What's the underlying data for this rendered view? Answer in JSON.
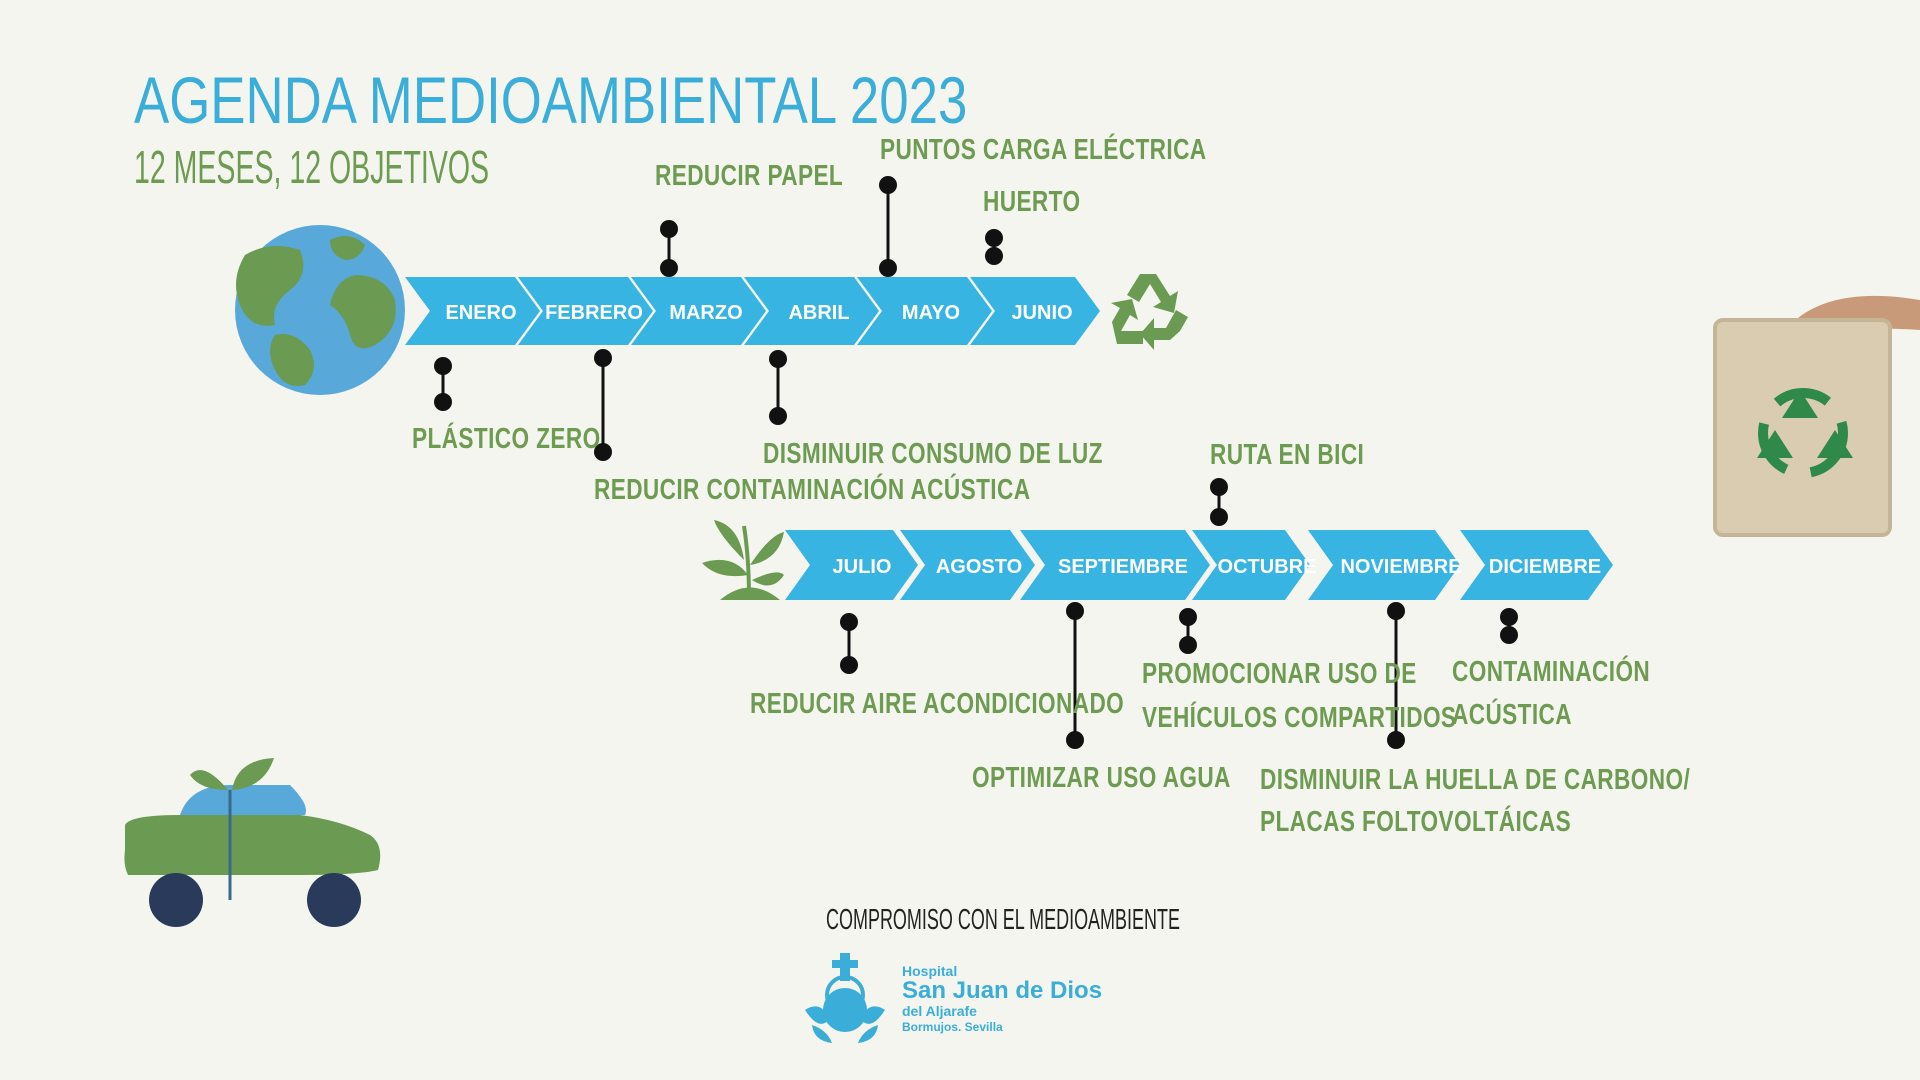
{
  "header": {
    "title": "AGENDA MEDIOAMBIENTAL 2023",
    "subtitle": "12 MESES, 12 OBJETIVOS"
  },
  "timeline_top": {
    "months": [
      "ENERO",
      "FEBRERO",
      "MARZO",
      "ABRIL",
      "MAYO",
      "JUNIO"
    ],
    "goals": {
      "enero": "PLÁSTICO ZERO",
      "febrero": "REDUCIR CONTAMINACIÓN ACÚSTICA",
      "marzo": "REDUCIR PAPEL",
      "abril": "DISMINUIR CONSUMO DE LUZ",
      "mayo": "PUNTOS CARGA ELÉCTRICA",
      "junio": "HUERTO"
    }
  },
  "timeline_bottom": {
    "months": [
      "JULIO",
      "AGOSTO",
      "SEPTIEMBRE",
      "OCTUBRE",
      "NOVIEMBRE",
      "DICIEMBRE"
    ],
    "goals": {
      "julio": "REDUCIR AIRE ACONDICIONADO",
      "agosto": "OPTIMIZAR USO AGUA",
      "septiembre_line1": "PROMOCIONAR USO DE",
      "septiembre_line2": "VEHÍCULOS COMPARTIDOS",
      "octubre": "RUTA EN BICI",
      "noviembre_line1": "DISMINUIR LA HUELLA DE CARBONO/",
      "noviembre_line2": "PLACAS FOLTOVOLTÁICAS",
      "diciembre_line1": "CONTAMINACIÓN",
      "diciembre_line2": "ACÚSTICA"
    }
  },
  "footer": {
    "commitment": "COMPROMISO CON EL MEDIOAMBIENTE",
    "logo_line1": "Hospital",
    "logo_line2": "San Juan de Dios",
    "logo_line3": "del Aljarafe",
    "logo_line4": "Bormujos. Sevilla"
  },
  "colors": {
    "background": "#f5f5ef",
    "accent_blue": "#3aaed8",
    "chevron_blue": "#38b4e3",
    "label_green": "#6e9b52",
    "earth_green": "#6b9a52"
  },
  "icons": [
    "earth-icon",
    "recycle-icon",
    "sprout-icon",
    "car-icon",
    "recycled-bag-icon",
    "hospital-logo-icon"
  ]
}
